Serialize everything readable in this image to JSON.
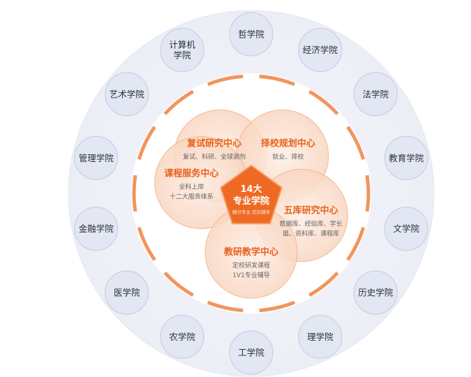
{
  "center": {
    "title_line1": "14大",
    "title_line2": "专业学院",
    "subtitle": "精分专业 定向辅导"
  },
  "centers": [
    {
      "key": "retest",
      "title": "复试研究中心",
      "lines": [
        "复试、科研、全球调剂"
      ]
    },
    {
      "key": "school",
      "title": "择校规划中心",
      "lines": [
        "就业、择校"
      ]
    },
    {
      "key": "course",
      "title": "课程服务中心",
      "lines": [
        "全科上岸",
        "十二大服务体系"
      ]
    },
    {
      "key": "library",
      "title": "五库研究中心",
      "lines": [
        "数据库、经验库、学长",
        "姐、资料库、课程库"
      ]
    },
    {
      "key": "teaching",
      "title": "教研教学中心",
      "lines": [
        "定校研发课程",
        "1V1专业辅导"
      ]
    }
  ],
  "colleges": [
    {
      "key": "philosophy",
      "lines": [
        "哲学院"
      ]
    },
    {
      "key": "economics",
      "lines": [
        "经济学院"
      ]
    },
    {
      "key": "law",
      "lines": [
        "法学院"
      ]
    },
    {
      "key": "education",
      "lines": [
        "教育学院"
      ]
    },
    {
      "key": "literature",
      "lines": [
        "文学院"
      ]
    },
    {
      "key": "history",
      "lines": [
        "历史学院"
      ]
    },
    {
      "key": "science",
      "lines": [
        "理学院"
      ]
    },
    {
      "key": "engineering",
      "lines": [
        "工学院"
      ]
    },
    {
      "key": "agriculture",
      "lines": [
        "农学院"
      ]
    },
    {
      "key": "medicine",
      "lines": [
        "医学院"
      ]
    },
    {
      "key": "finance",
      "lines": [
        "金融学院"
      ]
    },
    {
      "key": "management",
      "lines": [
        "管理学院"
      ]
    },
    {
      "key": "arts",
      "lines": [
        "艺术学院"
      ]
    },
    {
      "key": "computer",
      "lines": [
        "计算机",
        "学院"
      ]
    }
  ],
  "colors": {
    "outer_disc": "#eef0f7",
    "college_fill": "#e3e7f3",
    "college_stroke": "#c9cfe3",
    "college_text": "#2b2f3a",
    "ring": "#f08a4b",
    "center_fill": "#fbe3d4",
    "center_stroke": "#f3b892",
    "center_title": "#e8621c",
    "center_text": "#666666",
    "core": "#ee6a24"
  }
}
